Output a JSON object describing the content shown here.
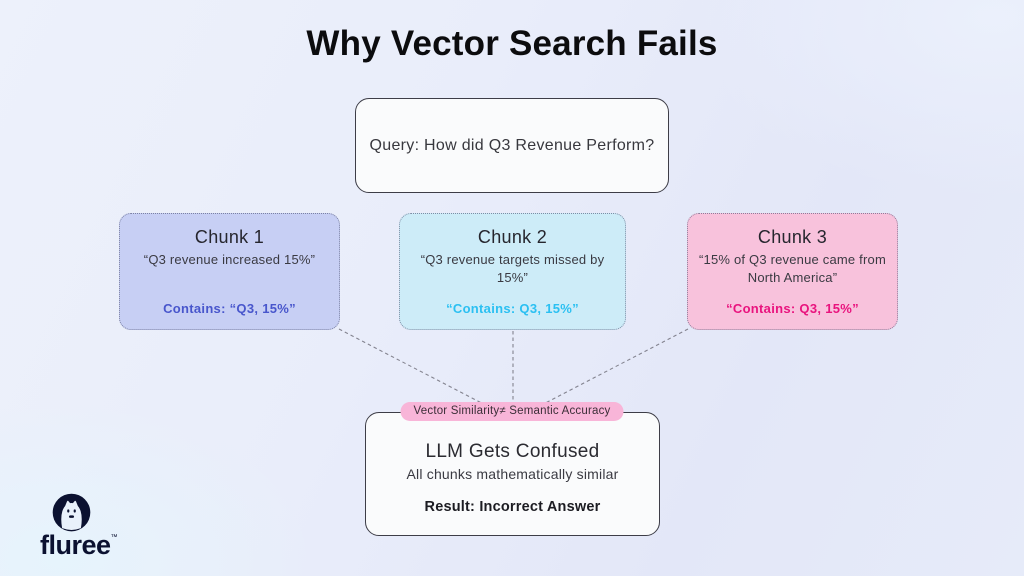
{
  "title": "Why Vector Search Fails",
  "query": {
    "text": "Query: How did Q3 Revenue Perform?"
  },
  "chunks": [
    {
      "title": "Chunk 1",
      "body": "“Q3 revenue increased 15%”",
      "contains": "Contains: “Q3, 15%”",
      "bg": "#c7cff4",
      "accent": "#4856cc"
    },
    {
      "title": "Chunk 2",
      "body": "“Q3 revenue targets missed by 15%”",
      "contains": "“Contains: Q3, 15%”",
      "bg": "#cdecf8",
      "accent": "#2bc0f2"
    },
    {
      "title": "Chunk 3",
      "body": "“15% of Q3 revenue came from North America”",
      "contains": "“Contains: Q3, 15%”",
      "bg": "#f8c2dc",
      "accent": "#e9137e"
    }
  ],
  "badge": {
    "text": "Vector Similarity≠ Semantic Accuracy",
    "bg": "#f8b5d8"
  },
  "result_box": {
    "title": "LLM Gets Confused",
    "subtitle": "All chunks mathematically similar",
    "result": "Result: Incorrect Answer"
  },
  "logo": {
    "wordmark": "fluree",
    "tm": "™"
  },
  "colors": {
    "connector": "#83838f",
    "navy": "#0b1130"
  }
}
